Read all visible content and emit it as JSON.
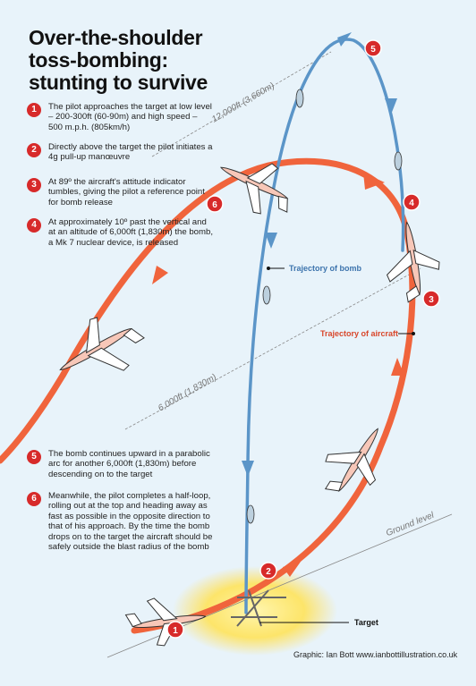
{
  "title": {
    "line1": "Over-the-shoulder",
    "line2": "toss-bombing:",
    "line3": "stunting to survive"
  },
  "steps": [
    {
      "num": "1",
      "text": "The pilot approaches the target at low level – 200-300ft (60-90m) and high speed – 500 m.p.h. (805km/h)"
    },
    {
      "num": "2",
      "text": "Directly above the target the pilot initiates a 4g pull-up manœuvre"
    },
    {
      "num": "3",
      "text": "At 89º the aircraft's attitude indicator tumbles, giving the pilot a reference point for bomb release"
    },
    {
      "num": "4",
      "text": "At approximately 10º past the vertical and at an altitude of 6,000ft (1,830m) the bomb, a Mk 7 nuclear device, is released"
    },
    {
      "num": "5",
      "text": "The bomb continues upward in a parabolic arc for another 6,000ft (1,830m) before descending on to the target"
    },
    {
      "num": "6",
      "text": "Meanwhile, the pilot completes a half-loop, rolling out at the top and heading away as fast as possible in the opposite direction to that of his approach. By the time the bomb drops on to the target the aircraft should be safely outside the blast radius of the bomb"
    }
  ],
  "markers": [
    "1",
    "2",
    "3",
    "4",
    "5",
    "6"
  ],
  "labels": {
    "bomb_trajectory": "Trajectory of bomb",
    "aircraft_trajectory": "Trajectory of aircraft",
    "target": "Target",
    "ground": "Ground level",
    "alt_12000": "12,000ft (3,660m)",
    "alt_6000": "6,000ft (1,830m)"
  },
  "credit": "Graphic: Ian Bott www.ianbottillustration.co.uk",
  "colors": {
    "background": "#e8f3fa",
    "aircraft_path": "#f0643c",
    "bomb_path": "#5b95c8",
    "marker": "#d72a2a",
    "glow": "#ffe066"
  },
  "icons": [
    "jet-aircraft-icon",
    "bomb-icon",
    "target-cross-icon"
  ]
}
